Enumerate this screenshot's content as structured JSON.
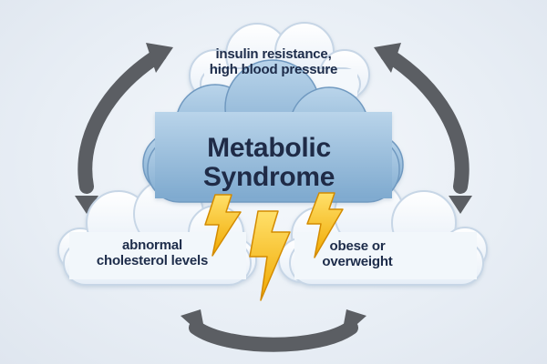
{
  "diagram": {
    "center": {
      "line1": "Metabolic",
      "line2": "Syndrome"
    },
    "nodes": [
      {
        "line1": "insulin resistance,",
        "line2": "high blood pressure"
      },
      {
        "line1": "abnormal",
        "line2": "cholesterol levels"
      },
      {
        "line1": "obese or",
        "line2": "overweight"
      }
    ],
    "colors": {
      "background": "#e9eef5",
      "center_cloud": "#8fb6d8",
      "outer_cloud": "#f3f7fb",
      "cloud_outline": "#c7d6e6",
      "arrow": "#5b5e63",
      "lightning": "#f4c21b",
      "text": "#1d2c4a"
    },
    "icons": [
      "lightning-bolt-icon",
      "cycle-arrow-icon"
    ]
  }
}
